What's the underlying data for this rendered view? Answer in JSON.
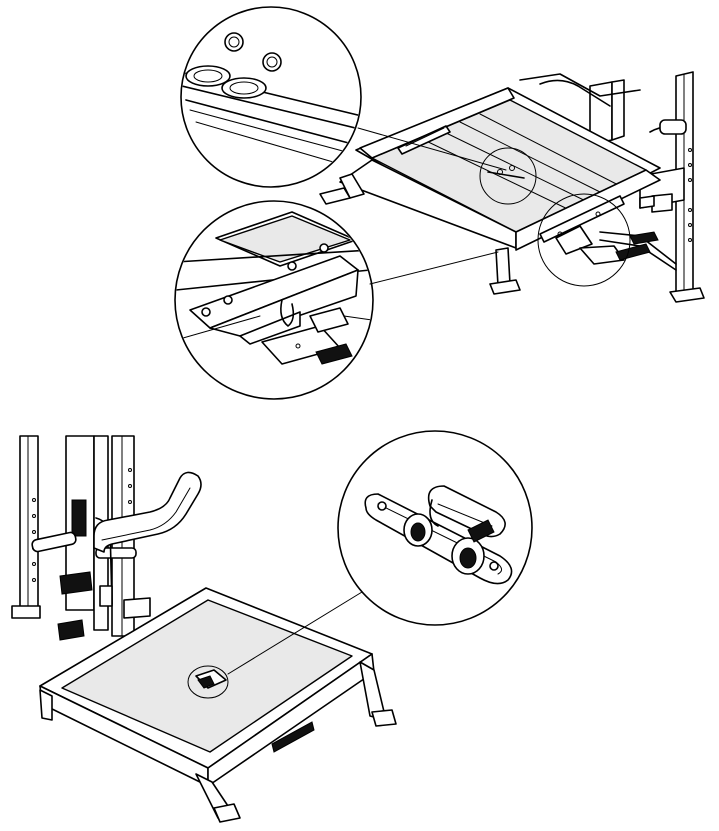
{
  "figure": {
    "brand_label": ""
  },
  "colors": {
    "line": "#000000",
    "background": "#ffffff",
    "surface": "#e9e9e9"
  },
  "parts": {
    "top_view": [
      "platform",
      "frame-rail",
      "legs",
      "mounting-bracket",
      "cable-pulleys"
    ],
    "detail_callouts": [
      "bolt-detail",
      "bracket-detail",
      "pulley-plate-detail"
    ],
    "bottom_view": [
      "cable-tower",
      "handle",
      "platform",
      "pulley-plate",
      "brand-plate"
    ]
  }
}
